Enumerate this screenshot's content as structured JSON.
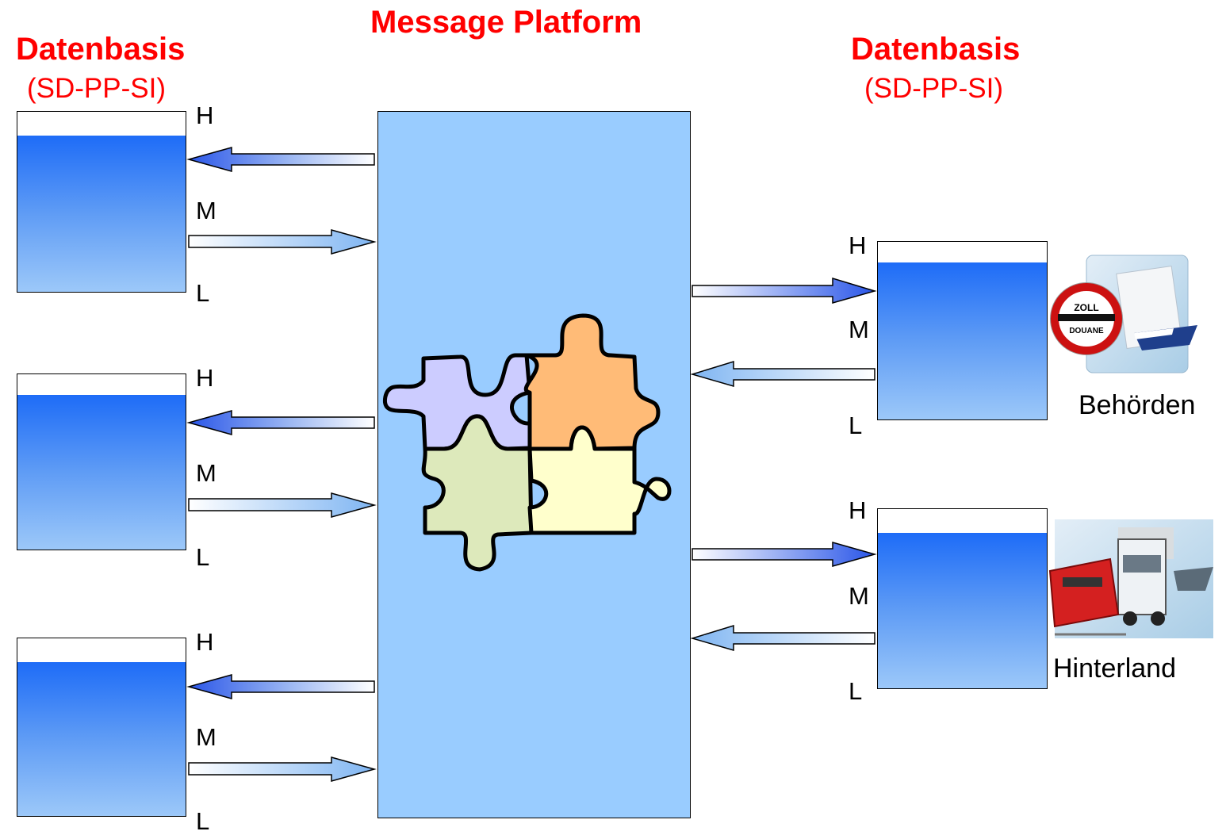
{
  "titles": {
    "platform": "Message Platform",
    "left_db": "Datenbasis",
    "left_db_sub": "(SD-PP-SI)",
    "right_db": "Datenbasis",
    "right_db_sub": "(SD-PP-SI)"
  },
  "levels": {
    "high": "H",
    "medium": "M",
    "low": "L"
  },
  "right_labels": {
    "authorities": "Behörden",
    "hinterland": "Hinterland"
  },
  "badge": {
    "top": "ZOLL",
    "bottom": "DOUANE"
  },
  "colors": {
    "title": "#ff0000",
    "platform": "#99ccff",
    "fill_top": "#1e6cf7",
    "fill_bottom": "#9cc8f9",
    "puzzle": [
      "#ccccff",
      "#ffbb77",
      "#dde9bb",
      "#ffffcc"
    ]
  }
}
